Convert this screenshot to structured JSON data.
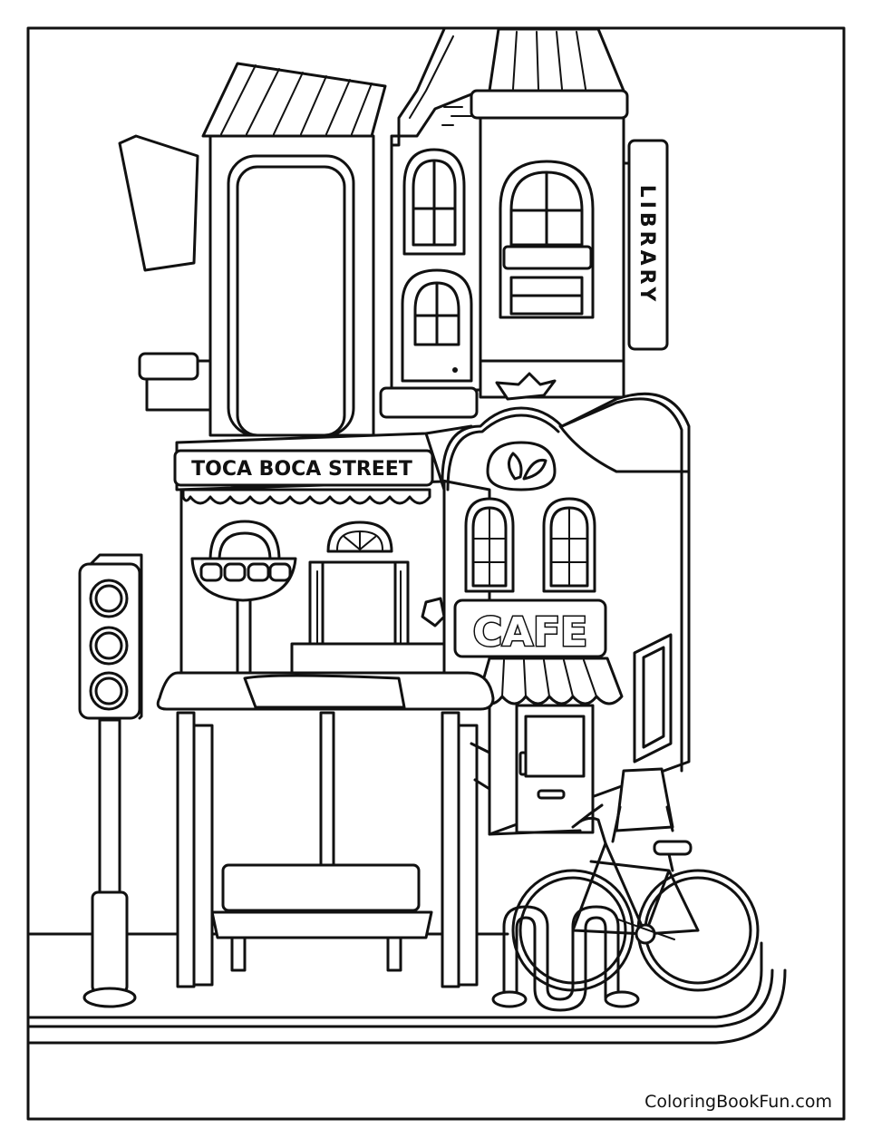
{
  "signs": {
    "library": "LIBRARY",
    "street": "TOCA BOCA STREET",
    "cafe": "CAFE"
  },
  "watermark": "ColoringBookFun.com",
  "colors": {
    "ink": "#111111",
    "paper": "#ffffff"
  }
}
